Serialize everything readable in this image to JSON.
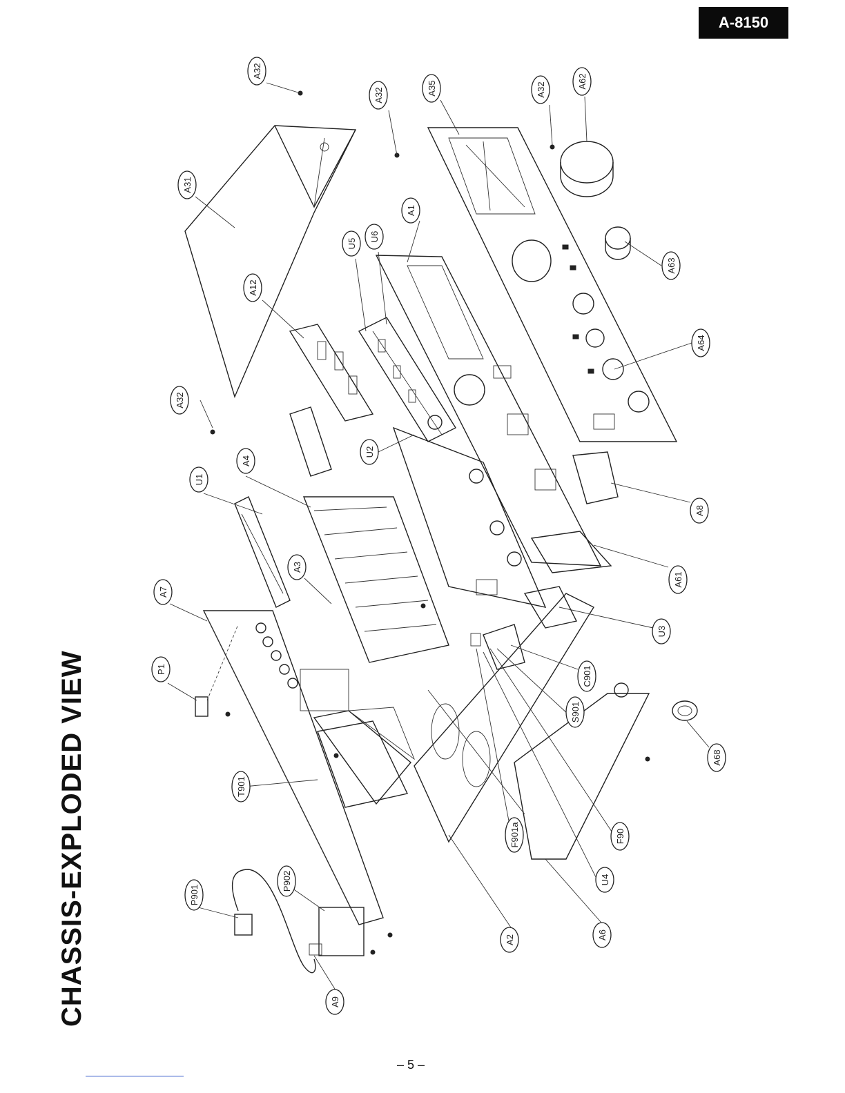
{
  "header": {
    "model": "A-8150"
  },
  "title": "CHASSIS-EXPLODED VIEW",
  "footer": {
    "page_number": "– 5 –"
  },
  "callouts": [
    {
      "id": "A32",
      "label": "A32"
    },
    {
      "id": "A31",
      "label": "A31"
    },
    {
      "id": "A32",
      "label": "A32"
    },
    {
      "id": "A35",
      "label": "A35"
    },
    {
      "id": "A32",
      "label": "A32"
    },
    {
      "id": "A62",
      "label": "A62"
    },
    {
      "id": "A1",
      "label": "A1"
    },
    {
      "id": "U5",
      "label": "U5"
    },
    {
      "id": "U6",
      "label": "U6"
    },
    {
      "id": "A12",
      "label": "A12"
    },
    {
      "id": "A63",
      "label": "A63"
    },
    {
      "id": "A64",
      "label": "A64"
    },
    {
      "id": "A32",
      "label": "A32"
    },
    {
      "id": "A4",
      "label": "A4"
    },
    {
      "id": "U1",
      "label": "U1"
    },
    {
      "id": "U2",
      "label": "U2"
    },
    {
      "id": "A8",
      "label": "A8"
    },
    {
      "id": "A3",
      "label": "A3"
    },
    {
      "id": "A61",
      "label": "A61"
    },
    {
      "id": "A7",
      "label": "A7"
    },
    {
      "id": "U3",
      "label": "U3"
    },
    {
      "id": "P1",
      "label": "P1"
    },
    {
      "id": "C901",
      "label": "C901"
    },
    {
      "id": "S901",
      "label": "S901"
    },
    {
      "id": "A68",
      "label": "A68"
    },
    {
      "id": "T901",
      "label": "T901"
    },
    {
      "id": "F901a",
      "label": "F901a"
    },
    {
      "id": "F90",
      "label": "F90"
    },
    {
      "id": "U4",
      "label": "U4"
    },
    {
      "id": "P901",
      "label": "P901"
    },
    {
      "id": "P902",
      "label": "P902"
    },
    {
      "id": "A2",
      "label": "A2"
    },
    {
      "id": "A6",
      "label": "A6"
    },
    {
      "id": "A9",
      "label": "A9"
    }
  ]
}
